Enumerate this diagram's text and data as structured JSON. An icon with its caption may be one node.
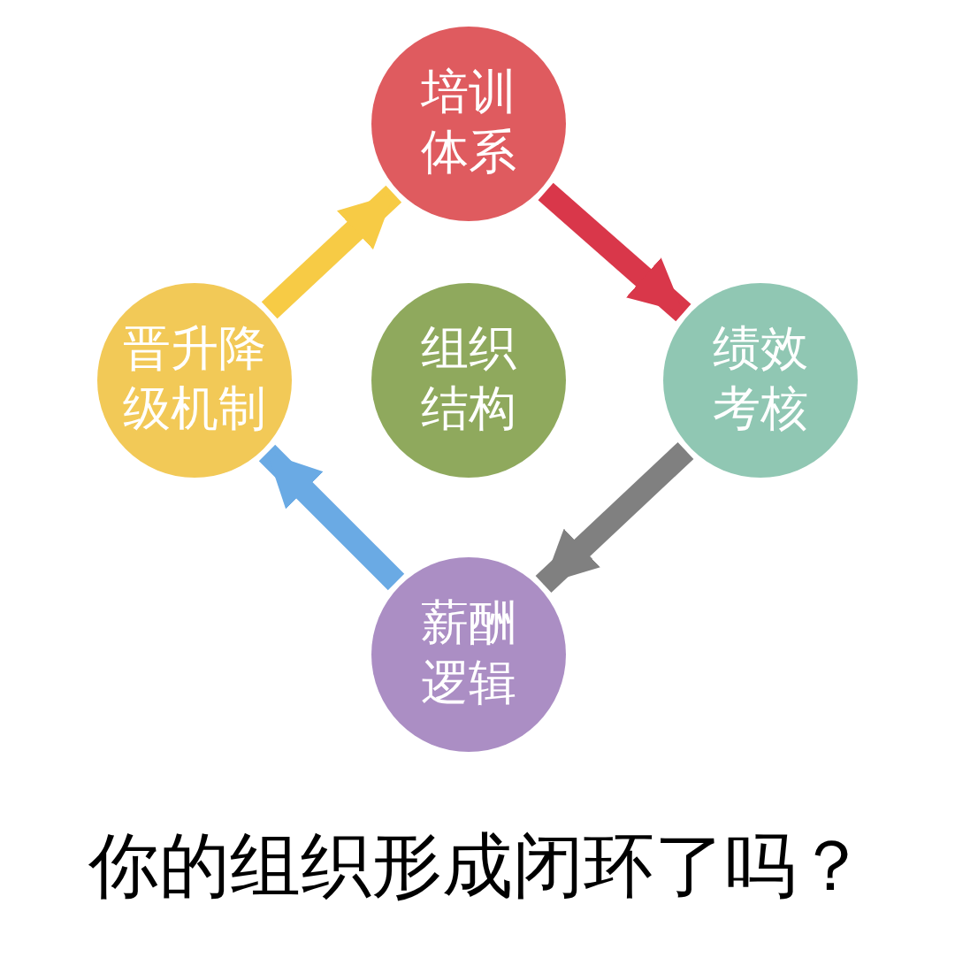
{
  "diagram": {
    "title": "你的组织形成闭环了吗？",
    "nodes": [
      {
        "text": [
          "培训体系"
        ]
      },
      {
        "text": [
          "晋升降级机制"
        ]
      },
      {
        "text": [
          "组织结构"
        ]
      },
      {
        "text": [
          "绩效考核"
        ]
      },
      {
        "text": [
          "薪酬逻辑"
        ]
      }
    ],
    "edges": [
      {
        "from": 0,
        "to": 3,
        "arrow": "to",
        "color": "#d9374a"
      },
      {
        "from": 3,
        "to": 4,
        "arrow": "to",
        "color": "#808080"
      },
      {
        "from": 4,
        "to": 1,
        "arrow": "to",
        "color": "#6aaae4"
      },
      {
        "from": 1,
        "to": 0,
        "arrow": "to",
        "color": "#f7cb45"
      }
    ]
  }
}
